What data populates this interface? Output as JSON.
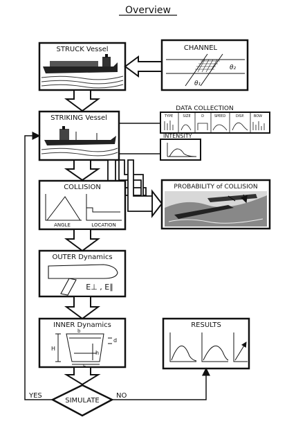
{
  "title": "Overview",
  "boxes": {
    "struck": {
      "label": "STRUCK Vessel"
    },
    "channel": {
      "label": "CHANNEL",
      "theta2": "θ₂",
      "theta1": "θ₁"
    },
    "striking": {
      "label": "STRIKING Vessel"
    },
    "data_collection": {
      "label": "DATA COLLECTION",
      "columns": [
        "TYPE",
        "SIZE",
        "D",
        "SPEED",
        "DISP.",
        "BOW"
      ]
    },
    "intensity": {
      "label": "INTENSITY"
    },
    "probability": {
      "label": "PROBABILITY of COLLISION"
    },
    "collision": {
      "label": "COLLISION",
      "angle_label": "ANGLE",
      "location_label": "LOCATION"
    },
    "outer": {
      "label": "OUTER Dynamics",
      "energy": "E⊥ , E∥"
    },
    "inner": {
      "label": "INNER Dynamics",
      "dims": {
        "by": "b",
        "H": "H",
        "h": "h",
        "bx": "b",
        "d": "d"
      }
    },
    "results": {
      "label": "RESULTS"
    }
  },
  "decision": {
    "label": "SIMULATE",
    "yes": "YES",
    "no": "NO"
  }
}
